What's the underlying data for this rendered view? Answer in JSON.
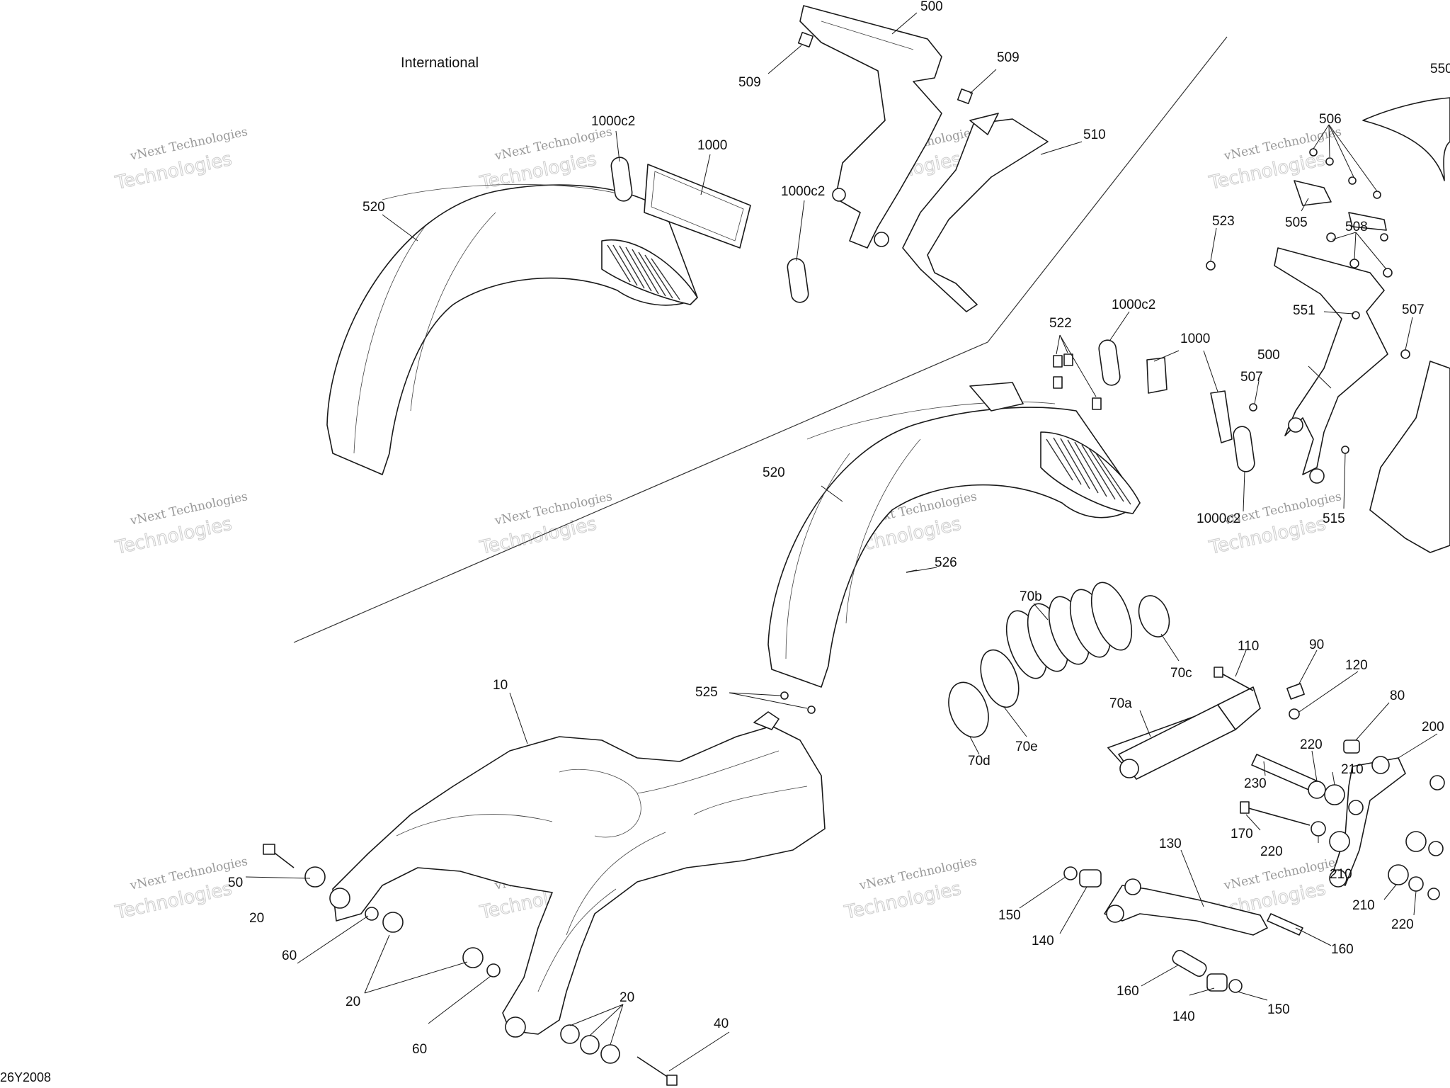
{
  "section_label": "International",
  "drawing_code": "26Y2008",
  "watermark": {
    "line1": "vNext Technologies",
    "line2": "Technologies"
  },
  "callouts": [
    {
      "id": "500",
      "text": "500"
    },
    {
      "id": "509",
      "text": "509"
    },
    {
      "id": "509",
      "text": "509"
    },
    {
      "id": "510",
      "text": "510"
    },
    {
      "id": "520",
      "text": "520"
    },
    {
      "id": "1000c2",
      "text": "1000c2"
    },
    {
      "id": "1000",
      "text": "1000"
    },
    {
      "id": "1000c2",
      "text": "1000c2"
    },
    {
      "id": "550",
      "text": "550"
    },
    {
      "id": "506",
      "text": "506"
    },
    {
      "id": "505",
      "text": "505"
    },
    {
      "id": "523",
      "text": "523"
    },
    {
      "id": "508",
      "text": "508"
    },
    {
      "id": "551",
      "text": "551"
    },
    {
      "id": "507",
      "text": "507"
    },
    {
      "id": "500",
      "text": "500"
    },
    {
      "id": "507",
      "text": "507"
    },
    {
      "id": "515",
      "text": "515"
    },
    {
      "id": "522",
      "text": "522"
    },
    {
      "id": "1000c2",
      "text": "1000c2"
    },
    {
      "id": "1000",
      "text": "1000"
    },
    {
      "id": "1000c2",
      "text": "1000c2"
    },
    {
      "id": "520",
      "text": "520"
    },
    {
      "id": "526",
      "text": "526"
    },
    {
      "id": "70b",
      "text": "70b"
    },
    {
      "id": "70c",
      "text": "70c"
    },
    {
      "id": "70a",
      "text": "70a"
    },
    {
      "id": "70d",
      "text": "70d"
    },
    {
      "id": "70e",
      "text": "70e"
    },
    {
      "id": "110",
      "text": "110"
    },
    {
      "id": "90",
      "text": "90"
    },
    {
      "id": "120",
      "text": "120"
    },
    {
      "id": "80",
      "text": "80"
    },
    {
      "id": "200",
      "text": "200"
    },
    {
      "id": "220",
      "text": "220"
    },
    {
      "id": "210",
      "text": "210"
    },
    {
      "id": "230",
      "text": "230"
    },
    {
      "id": "170",
      "text": "170"
    },
    {
      "id": "220",
      "text": "220"
    },
    {
      "id": "210",
      "text": "210"
    },
    {
      "id": "210",
      "text": "210"
    },
    {
      "id": "220",
      "text": "220"
    },
    {
      "id": "130",
      "text": "130"
    },
    {
      "id": "150",
      "text": "150"
    },
    {
      "id": "140",
      "text": "140"
    },
    {
      "id": "160",
      "text": "160"
    },
    {
      "id": "160",
      "text": "160"
    },
    {
      "id": "140",
      "text": "140"
    },
    {
      "id": "150",
      "text": "150"
    },
    {
      "id": "10",
      "text": "10"
    },
    {
      "id": "525",
      "text": "525"
    },
    {
      "id": "50",
      "text": "50"
    },
    {
      "id": "20",
      "text": "20"
    },
    {
      "id": "60",
      "text": "60"
    },
    {
      "id": "20",
      "text": "20"
    },
    {
      "id": "20",
      "text": "20"
    },
    {
      "id": "60",
      "text": "60"
    },
    {
      "id": "40",
      "text": "40"
    }
  ]
}
